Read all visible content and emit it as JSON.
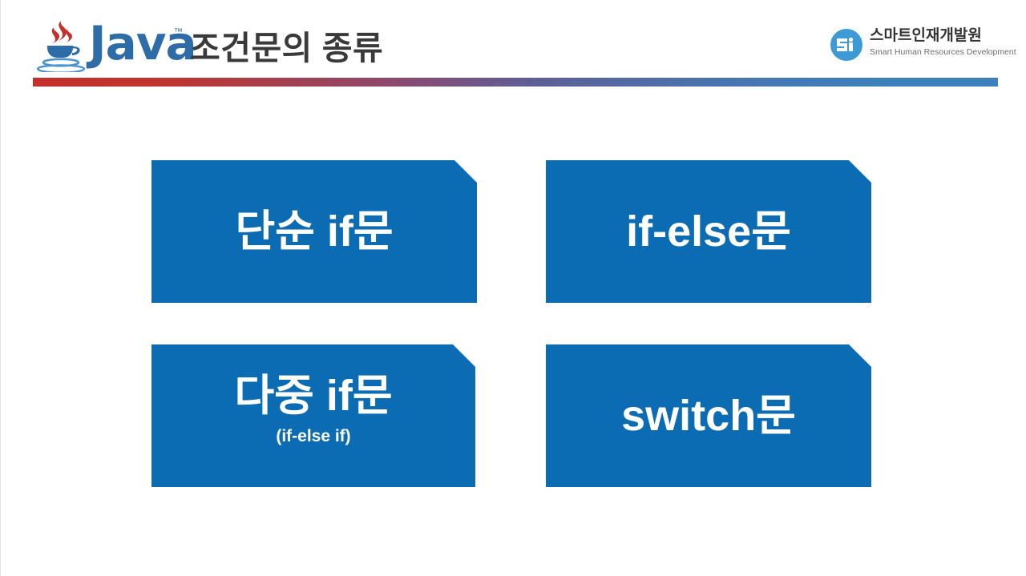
{
  "header": {
    "java_logo": {
      "icon": "java-coffee-cup-icon",
      "wordmark": "Java",
      "trademark": "™"
    },
    "title": "조건문의 종류",
    "org_logo": {
      "icon": "shrd-circle-mark-icon",
      "name": "스마트인재개발원",
      "subtitle": "Smart Human Resources Development"
    },
    "rule_gradient_from": "#c4302b",
    "rule_gradient_to": "#3d80bb"
  },
  "colors": {
    "box_blue": "#0b6cb4",
    "title_gray": "#3a3a3a",
    "java_blue": "#2e6ca8",
    "java_steam_red": "#c4302b",
    "shrd_blue": "#3d9ad6"
  },
  "boxes": [
    {
      "label": "단순 if문",
      "sub": ""
    },
    {
      "label": "if-else문",
      "sub": ""
    },
    {
      "label": "다중 if문",
      "sub": "(if-else if)"
    },
    {
      "label": "switch문",
      "sub": ""
    }
  ]
}
